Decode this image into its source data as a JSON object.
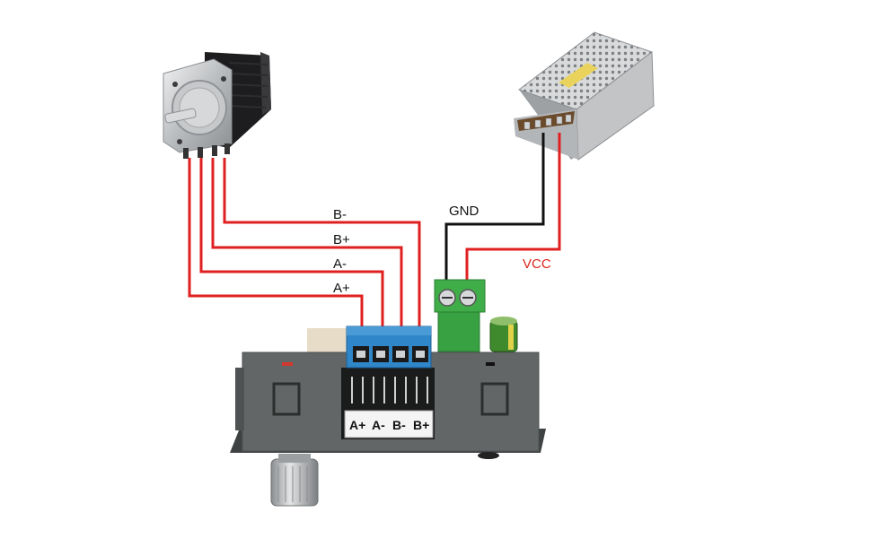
{
  "colors": {
    "wire_signal": "#e02020",
    "wire_gnd": "#111111",
    "wire_vcc": "#e02020",
    "terminal_blue": "#2f86c9",
    "terminal_green": "#3fae49",
    "housing": "#5f6262",
    "vcc_text": "#d9261c"
  },
  "components": {
    "motor": {
      "icon": "stepper-motor-icon"
    },
    "power_supply": {
      "icon": "power-supply-icon"
    },
    "driver": {
      "icon": "stepper-driver-icon"
    },
    "capacitor": {
      "icon": "capacitor-icon"
    },
    "knob": {
      "icon": "rotary-encoder-icon"
    }
  },
  "wires": {
    "b_minus": "B-",
    "b_plus": "B+",
    "a_minus": "A-",
    "a_plus": "A+",
    "gnd": "GND",
    "vcc": "VCC"
  },
  "terminal_labels": [
    "A+",
    "A-",
    "B-",
    "B+"
  ]
}
